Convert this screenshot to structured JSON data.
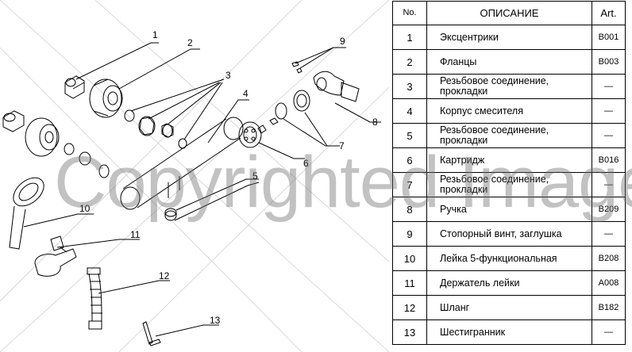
{
  "table": {
    "headers": {
      "no": "No.",
      "description": "ОПИСАНИЕ",
      "art": "Art."
    },
    "rows": [
      {
        "no": "1",
        "description": "Эксцентрики",
        "art": "B001"
      },
      {
        "no": "2",
        "description": "Фланцы",
        "art": "B003"
      },
      {
        "no": "3",
        "description": "Резьбовое соединение, прокладки",
        "art": "—"
      },
      {
        "no": "4",
        "description": "Корпус смесителя",
        "art": "—"
      },
      {
        "no": "5",
        "description": "Резьбовое соединение, прокладки",
        "art": "—"
      },
      {
        "no": "6",
        "description": "Картридж",
        "art": "B016"
      },
      {
        "no": "7",
        "description": "Резьбовое соединение, прокладки",
        "art": "—"
      },
      {
        "no": "8",
        "description": "Ручка",
        "art": "B209"
      },
      {
        "no": "9",
        "description": "Стопорный винт, заглушка",
        "art": "—"
      },
      {
        "no": "10",
        "description": "Лейка 5-функциональная",
        "art": "B208"
      },
      {
        "no": "11",
        "description": "Держатель лейки",
        "art": "A008"
      },
      {
        "no": "12",
        "description": "Шланг",
        "art": "B182"
      },
      {
        "no": "13",
        "description": "Шестигранник",
        "art": "—"
      }
    ]
  },
  "callouts": [
    "1",
    "2",
    "3",
    "4",
    "5",
    "6",
    "7",
    "8",
    "9",
    "10",
    "11",
    "12",
    "13"
  ],
  "watermark": "Copyrighted Image",
  "colors": {
    "line": "#000000",
    "watermark": "#6e6e6e"
  }
}
